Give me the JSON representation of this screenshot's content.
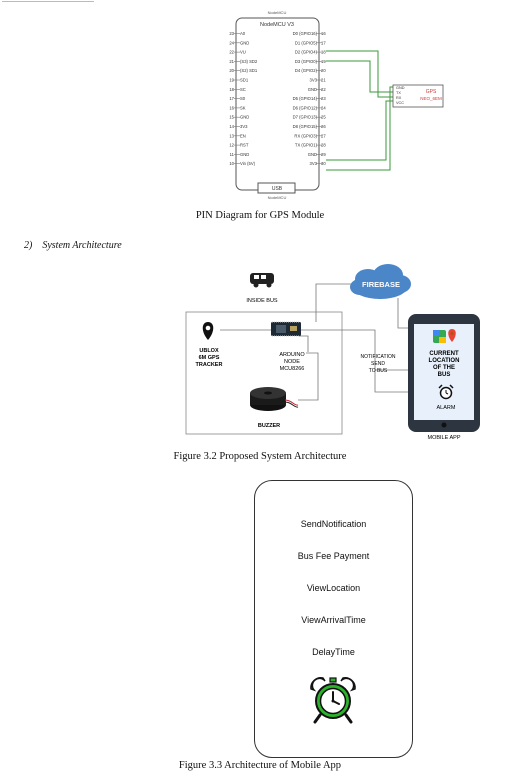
{
  "pin_diagram": {
    "board_title": "NodeMCU V3",
    "usb_label": "USB",
    "top_label": "NodeMCU",
    "bottom_label": "NodeMCU",
    "left_pins": [
      {
        "num": "23",
        "name": "A0"
      },
      {
        "num": "24",
        "name": "GND"
      },
      {
        "num": "22",
        "name": "VU"
      },
      {
        "num": "21",
        "name": "(S3) SD2"
      },
      {
        "num": "20",
        "name": "(S2) SD1"
      },
      {
        "num": "19",
        "name": "SD1"
      },
      {
        "num": "18",
        "name": "SC"
      },
      {
        "num": "17",
        "name": "S0"
      },
      {
        "num": "16",
        "name": "SK"
      },
      {
        "num": "15",
        "name": "GND"
      },
      {
        "num": "14",
        "name": "3V3"
      },
      {
        "num": "13",
        "name": "EN"
      },
      {
        "num": "12",
        "name": "RST"
      },
      {
        "num": "11",
        "name": "GND"
      },
      {
        "num": "10",
        "name": "Vin (5V)"
      }
    ],
    "right_pins": [
      {
        "num": "16",
        "name": "D0 (GPIO16)"
      },
      {
        "num": "17",
        "name": "D1 (GPIO5)"
      },
      {
        "num": "18",
        "name": "D2 (GPIO4)"
      },
      {
        "num": "19",
        "name": "D3 (GPIO0)"
      },
      {
        "num": "20",
        "name": "D4 (GPIO2)"
      },
      {
        "num": "21",
        "name": "3V3"
      },
      {
        "num": "22",
        "name": "GND"
      },
      {
        "num": "23",
        "name": "D5 (GPIO14)"
      },
      {
        "num": "24",
        "name": "D6 (GPIO12)"
      },
      {
        "num": "25",
        "name": "D7 (GPIO13)"
      },
      {
        "num": "26",
        "name": "D8 (GPIO15)"
      },
      {
        "num": "27",
        "name": "RX (GPIO3)"
      },
      {
        "num": "28",
        "name": "TX (GPIO1)"
      },
      {
        "num": "29",
        "name": "GND"
      },
      {
        "num": "30",
        "name": "3V3"
      }
    ],
    "gps_pins": [
      "GND",
      "TX",
      "RX",
      "VCC"
    ],
    "gps_label_1": "GPS",
    "gps_label_2": "NEO_6EM",
    "caption": "PIN Diagram for GPS Module"
  },
  "section": {
    "number": "2)",
    "title": "System Architecture"
  },
  "architecture": {
    "inside_bus": "INSIDE BUS",
    "firebase": "FIREBASE",
    "ublox_1": "UBLOX",
    "ublox_2": "6M  GPS",
    "ublox_3": "TRACKER",
    "arduino_1": "ARDUINO",
    "arduino_2": "NODE",
    "arduino_3": "MCU8266",
    "buzzer": "BUZZER",
    "notif_1": "NOTIFICATION",
    "notif_2": "SEND",
    "notif_3": "TO BUS",
    "current_1": "CURRENT",
    "current_2": "LOCATION",
    "current_3": "OF THE",
    "current_4": "BUS",
    "alarm": "ALARM",
    "mobile_app": "MOBILE APP",
    "caption": "Figure 3.2 Proposed System Architecture"
  },
  "mobile_app": {
    "items": [
      "SendNotification",
      "Bus Fee Payment",
      "ViewLocation",
      "ViewArrivalTime",
      "DelayTime"
    ],
    "caption": "Figure 3.3 Architecture of Mobile App"
  },
  "colors": {
    "wire_green": "#3a9a3a",
    "firebase_blue": "#4a86c8",
    "gps_red": "#d23a3a",
    "alarm_green": "#2bb32b",
    "phone_dark": "#2c3540",
    "screen_blue": "#e8f1fb"
  }
}
